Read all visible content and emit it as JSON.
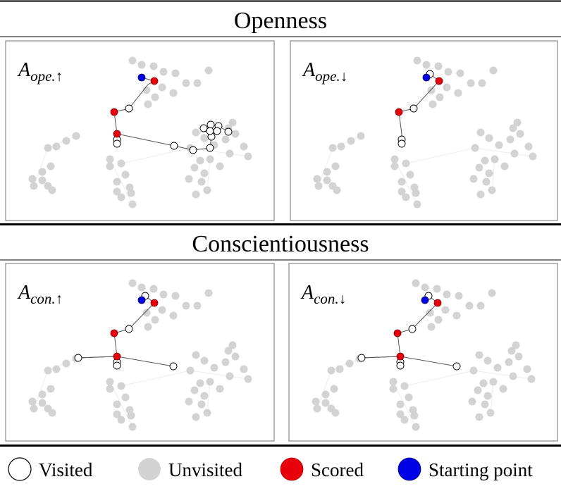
{
  "sections": [
    {
      "title": "Openness",
      "panels": [
        {
          "label_main": "A",
          "label_sub": "ope.",
          "label_arrow": "↑",
          "start": [
            0,
            0
          ],
          "scored": [
            [
              1,
              0
            ],
            [
              0,
              3
            ],
            [
              0,
              4
            ]
          ],
          "visited": [
            [
              0,
              2
            ],
            [
              2,
              7
            ],
            [
              2,
              8
            ],
            [
              -1,
              5
            ],
            [
              -1,
              6
            ],
            [
              2,
              9
            ],
            [
              2,
              10
            ],
            [
              2,
              11
            ],
            [
              2,
              12
            ],
            [
              2,
              13
            ],
            [
              2,
              14
            ],
            [
              2,
              15
            ],
            [
              2,
              16
            ]
          ],
          "path": [
            [
              0,
              0
            ],
            [
              1,
              0
            ],
            [
              0,
              1
            ],
            [
              0,
              2
            ],
            [
              0,
              3
            ],
            [
              0,
              4
            ],
            [
              -1,
              5
            ],
            [
              -1,
              6
            ],
            [
              0,
              4
            ],
            [
              2,
              7
            ],
            [
              2,
              8
            ],
            [
              2,
              9
            ],
            [
              2,
              10
            ],
            [
              2,
              11
            ],
            [
              2,
              12
            ],
            [
              2,
              13
            ],
            [
              2,
              14
            ],
            [
              2,
              15
            ],
            [
              2,
              16
            ]
          ]
        },
        {
          "label_main": "A",
          "label_sub": "ope.",
          "label_arrow": "↓",
          "start": [
            0,
            0
          ],
          "scored": [
            [
              1,
              0
            ],
            [
              0,
              3
            ]
          ],
          "visited": [
            [
              0,
              1
            ],
            [
              0,
              2
            ],
            [
              -1,
              5
            ],
            [
              -1,
              6
            ]
          ],
          "path": [
            [
              0,
              0
            ],
            [
              1,
              0
            ],
            [
              0,
              1
            ],
            [
              0,
              2
            ],
            [
              0,
              3
            ],
            [
              -1,
              5
            ],
            [
              -1,
              6
            ]
          ]
        }
      ]
    },
    {
      "title": "Conscientiousness",
      "panels": [
        {
          "label_main": "A",
          "label_sub": "con.",
          "label_arrow": "↑",
          "start": [
            0,
            0
          ],
          "scored": [
            [
              1,
              0
            ],
            [
              0,
              3
            ],
            [
              0,
              4
            ]
          ],
          "visited": [
            [
              0,
              1
            ],
            [
              0,
              2
            ],
            [
              -1,
              5
            ],
            [
              -1,
              6
            ],
            [
              3,
              7
            ],
            [
              4,
              8
            ]
          ],
          "path": [
            [
              0,
              0
            ],
            [
              1,
              0
            ],
            [
              0,
              1
            ],
            [
              0,
              2
            ],
            [
              0,
              3
            ],
            [
              0,
              4
            ],
            [
              -1,
              5
            ],
            [
              -1,
              6
            ],
            [
              0,
              4
            ],
            [
              3,
              7
            ],
            [
              0,
              4
            ],
            [
              4,
              8
            ]
          ]
        },
        {
          "label_main": "A",
          "label_sub": "con.",
          "label_arrow": "↓",
          "start": [
            0,
            0
          ],
          "scored": [
            [
              1,
              0
            ],
            [
              0,
              3
            ],
            [
              0,
              4
            ]
          ],
          "visited": [
            [
              0,
              1
            ],
            [
              0,
              2
            ],
            [
              -1,
              5
            ],
            [
              -1,
              6
            ],
            [
              3,
              7
            ],
            [
              4,
              8
            ]
          ],
          "path": [
            [
              0,
              0
            ],
            [
              1,
              0
            ],
            [
              0,
              1
            ],
            [
              0,
              2
            ],
            [
              0,
              3
            ],
            [
              0,
              4
            ],
            [
              -1,
              5
            ],
            [
              -1,
              6
            ],
            [
              0,
              4
            ],
            [
              3,
              7
            ],
            [
              0,
              4
            ],
            [
              4,
              8
            ]
          ]
        }
      ]
    }
  ],
  "legend": [
    {
      "label": "Visited",
      "fill": "#ffffff",
      "stroke": "#000000"
    },
    {
      "label": "Unvisited",
      "fill": "#d3d3d3",
      "stroke": "#d3d3d3"
    },
    {
      "label": "Scored",
      "fill": "#e8000b",
      "stroke": "#b00000"
    },
    {
      "label": "Starting point",
      "fill": "#0000e6",
      "stroke": "#000080"
    }
  ],
  "colors": {
    "visited": "#ffffff",
    "unvisited": "#d3d3d3",
    "scored": "#e8000b",
    "start": "#0000e6",
    "edge": "#555555"
  }
}
